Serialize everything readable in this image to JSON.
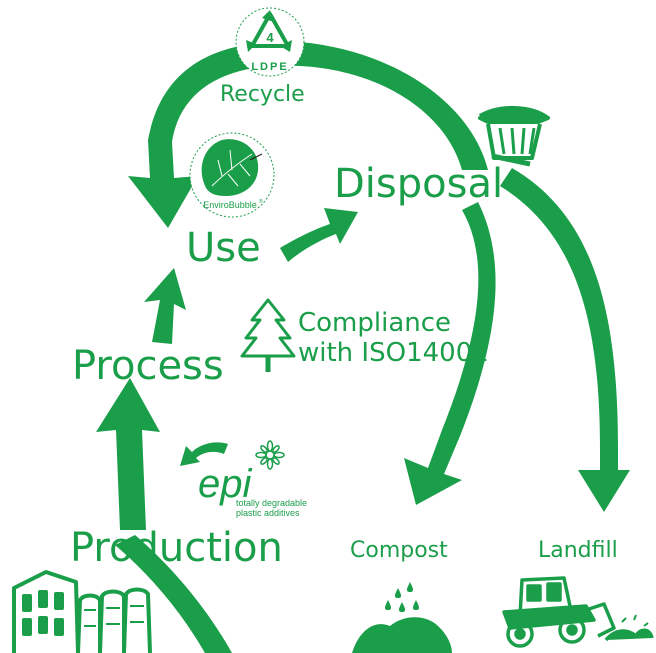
{
  "colors": {
    "accent": "#1a9e4a",
    "background": "#ffffff"
  },
  "recycle_symbol": {
    "number": "4",
    "code": "LDPE",
    "icon": "recycle-triangle-icon"
  },
  "labels": {
    "recycle": "Recycle",
    "use": "Use",
    "disposal": "Disposal",
    "process": "Process",
    "production": "Production",
    "compost": "Compost",
    "landfill": "Landfill",
    "compliance_line1": "Compliance",
    "compliance_line2": "with ISO14001"
  },
  "logos": {
    "envirobubble": {
      "text": "EnviroBubble",
      "mark": "®",
      "icon": "leaf-icon"
    },
    "epi": {
      "wordmark": "epi",
      "tagline_line1": "totally degradable",
      "tagline_line2": "plastic additives",
      "icon": "flower-icon"
    }
  },
  "icons": [
    "trash-can-icon",
    "pine-tree-icon",
    "factory-icon",
    "compost-icon",
    "bulldozer-icon"
  ]
}
